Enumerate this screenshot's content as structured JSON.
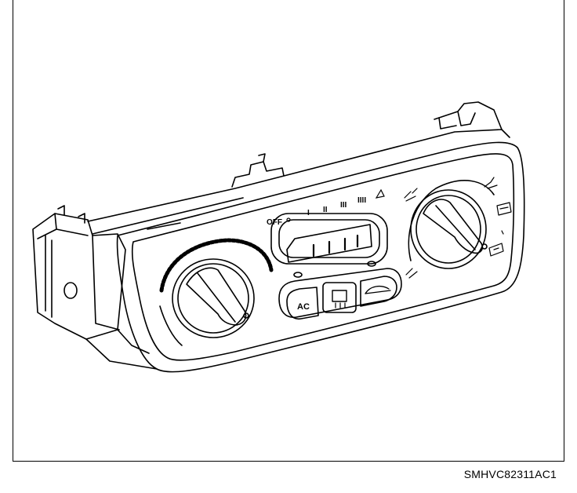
{
  "figure": {
    "reference_code": "SMHVC82311AC1"
  },
  "panel": {
    "fan_labels": {
      "off": "OFF",
      "speed_1": "I",
      "speed_2": "II",
      "speed_3": "III",
      "speed_4": "IIII"
    },
    "buttons": {
      "ac": "AC",
      "rear_defrost_icon": "rear-defrost-icon",
      "recirculation_icon": "recirculation-icon"
    }
  }
}
